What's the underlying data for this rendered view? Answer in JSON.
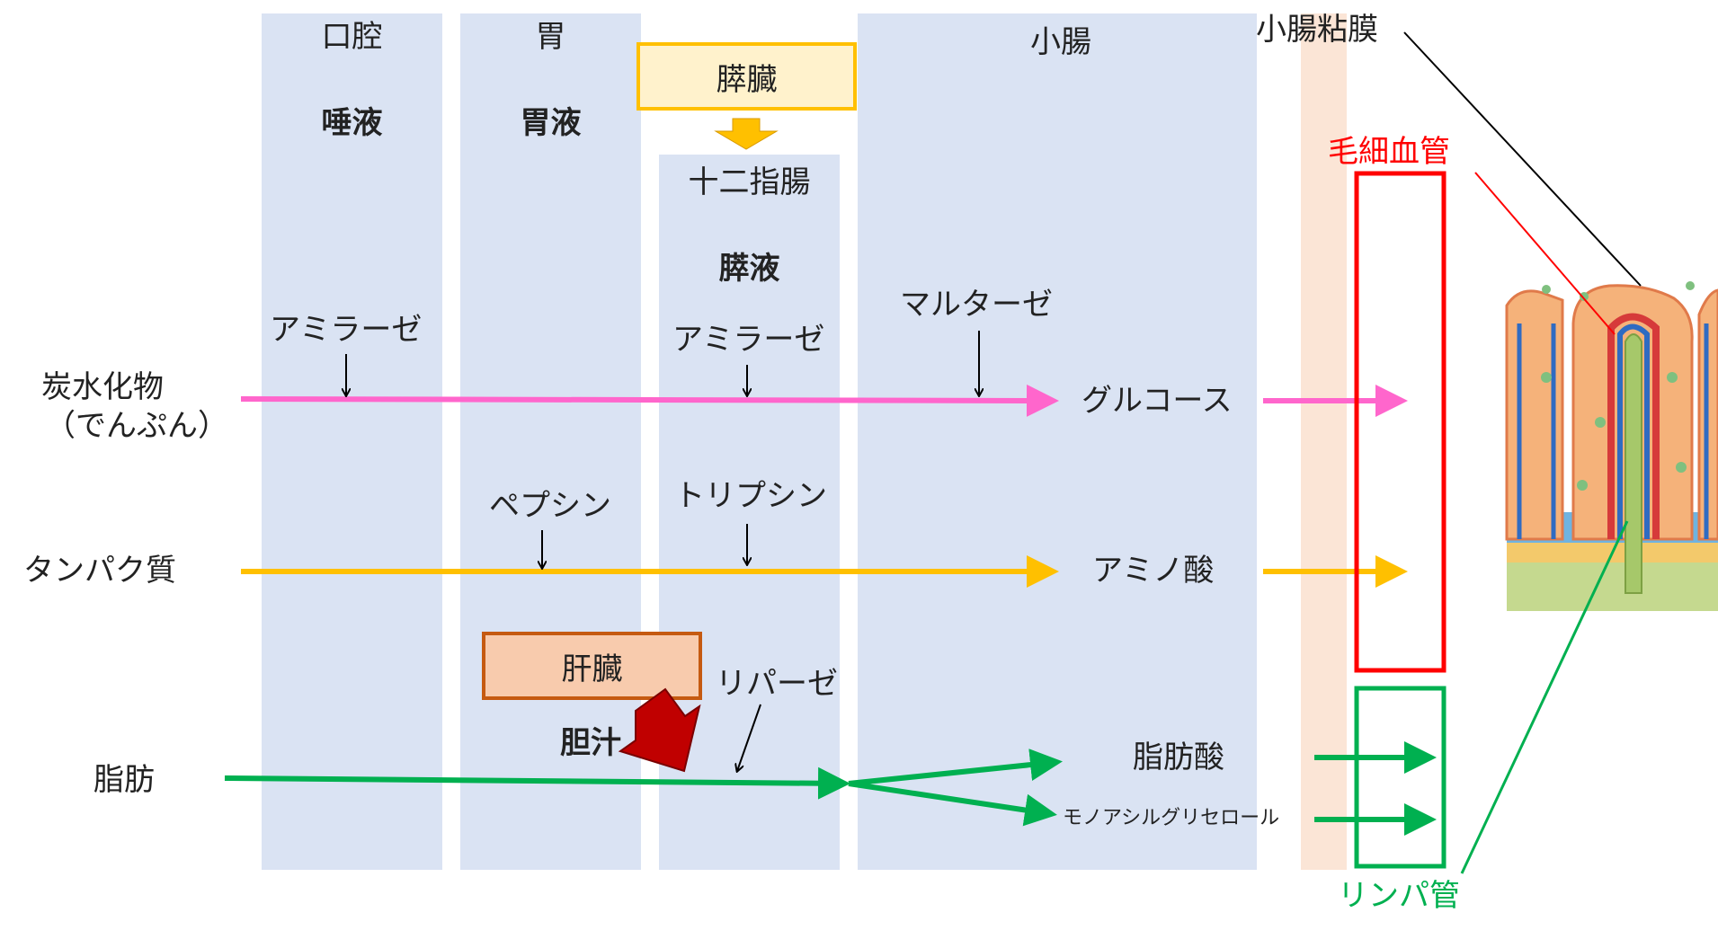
{
  "organs": {
    "mouth": "口腔",
    "stomach": "胃",
    "duodenum": "十二指腸",
    "small_intestine": "小腸",
    "pancreas": "膵臓",
    "liver": "肝臓",
    "mucosa": "小腸粘膜"
  },
  "juices": {
    "saliva": "唾液",
    "gastric": "胃液",
    "pancreatic": "膵液",
    "bile": "胆汁"
  },
  "nutrients": {
    "carb_line1": "炭水化物",
    "carb_line2": "（でんぷん）",
    "protein": "タンパク質",
    "fat": "脂肪"
  },
  "enzymes": {
    "amylase_mouth": "アミラーゼ",
    "amylase_pancreas": "アミラーゼ",
    "maltase": "マルターゼ",
    "pepsin": "ペプシン",
    "trypsin": "トリプシン",
    "lipase": "リパーゼ"
  },
  "products": {
    "glucose": "グルコース",
    "amino_acid": "アミノ酸",
    "fatty_acid": "脂肪酸",
    "monoacylglycerol": "モノアシルグリセロール"
  },
  "vessels": {
    "capillary": "毛細血管",
    "lymph": "リンパ管"
  },
  "colors": {
    "column": "#dae3f3",
    "mucosa_band": "#fbe5d6",
    "carb_arrow": "#ff66cc",
    "protein_arrow": "#ffc000",
    "fat_arrow": "#00b050",
    "capillary": "#ff0000",
    "lymph": "#00b050",
    "pancreas_box_fill": "#fff2cc",
    "pancreas_box_border": "#ffc000",
    "liver_box_fill": "#f8cbad",
    "liver_box_border": "#c55a11",
    "bile_arrow": "#c00000"
  }
}
